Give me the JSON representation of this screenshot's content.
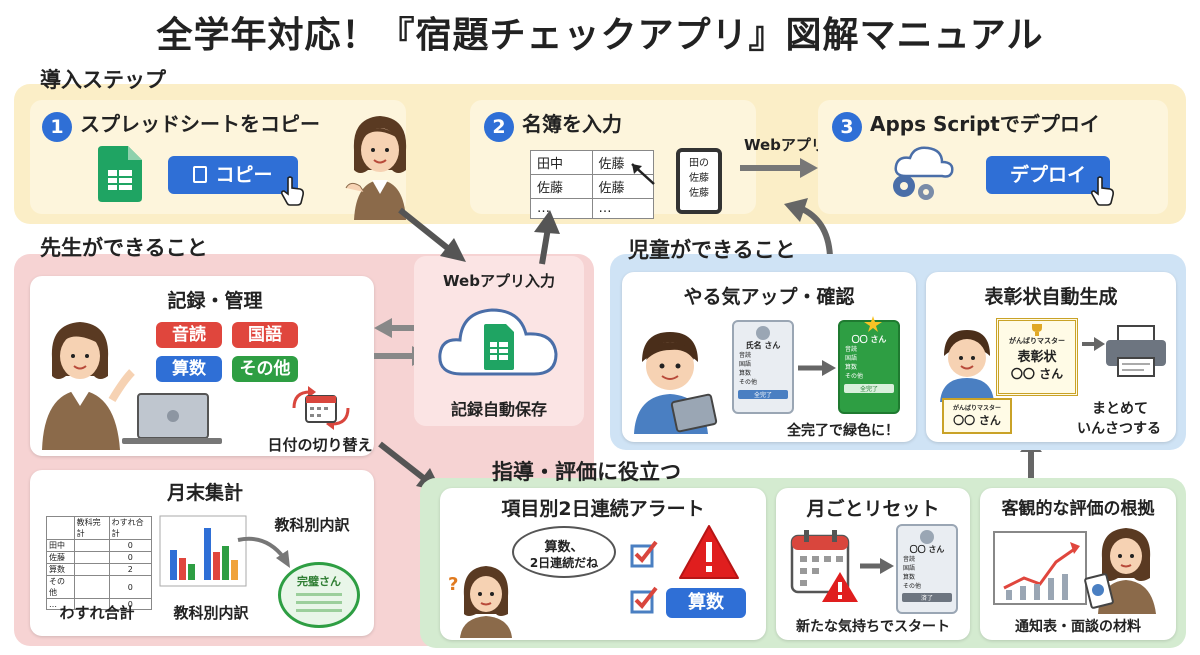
{
  "title": "全学年対応！『宿題チェックアプリ』図解マニュアル",
  "setup": {
    "label": "導入ステップ",
    "step1": {
      "num": "1",
      "title": "スプレッドシートをコピー",
      "button": "コピー"
    },
    "step2": {
      "num": "2",
      "title": "名簿を入力",
      "table": [
        [
          "田中",
          "佐藤"
        ],
        [
          "佐藤",
          "佐藤"
        ],
        [
          "…",
          "…"
        ]
      ],
      "tablet": [
        "田の",
        "佐藤",
        "佐藤"
      ]
    },
    "step3": {
      "num": "3",
      "title": "Apps Scriptでデプロイ",
      "button": "デプロイ"
    },
    "arrow_label": "Webアプリ"
  },
  "teacher": {
    "label": "先生ができること",
    "record": {
      "title": "記録・管理",
      "tags": [
        {
          "text": "音読",
          "color": "#e0463d"
        },
        {
          "text": "国語",
          "color": "#e0463d"
        },
        {
          "text": "算数",
          "color": "#2f6fd6"
        },
        {
          "text": "その他",
          "color": "#2e9e43"
        }
      ],
      "date_label": "日付の切り替え"
    },
    "cloud": {
      "top": "Webアプリ入力",
      "bottom": "記録自動保存"
    },
    "monthly": {
      "title": "月末集計",
      "table_head": [
        "",
        "教科完計",
        "わすれ合計"
      ],
      "table_rows": [
        [
          "田中",
          "",
          "0"
        ],
        [
          "佐藤",
          "",
          "0"
        ],
        [
          "算数",
          "",
          "2"
        ],
        [
          "その他",
          "",
          "0"
        ],
        [
          "…",
          "",
          "0"
        ]
      ],
      "callout": "教科別内訳",
      "badge": "完璧さん",
      "bottom_left": "わすれ合計",
      "bottom_right": "教科別内訳"
    }
  },
  "student": {
    "label": "児童ができること",
    "motivation": {
      "title": "やる気アップ・確認",
      "card_name": "氏名 さん",
      "card_done_name": "〇〇 さん",
      "rows": [
        "音読",
        "国語",
        "算数",
        "その他"
      ],
      "done": "全完了",
      "caption": "全完了で緑色に！"
    },
    "award": {
      "title": "表彰状自動生成",
      "cert_small": "がんばりマスター",
      "cert_big": "表彰状",
      "cert_name": "〇〇 さん",
      "cert2_small": "がんばりマスター",
      "cert2_name": "〇〇 さん",
      "caption1": "まとめて",
      "caption2": "いんさつする"
    }
  },
  "guidance": {
    "label": "指導・評価に役立つ",
    "alert": {
      "title": "項目別2日連続アラート",
      "bubble1": "算数、",
      "bubble2": "2日連続だね",
      "tag": "算数"
    },
    "reset": {
      "title": "月ごとリセット",
      "card_name": "〇〇 さん",
      "rows": [
        "音読",
        "国語",
        "算数",
        "その他"
      ],
      "done": "済了",
      "caption": "新たな気持ちでスタート"
    },
    "evidence": {
      "title": "客観的な評価の根拠",
      "caption": "通知表・面談の材料"
    }
  }
}
